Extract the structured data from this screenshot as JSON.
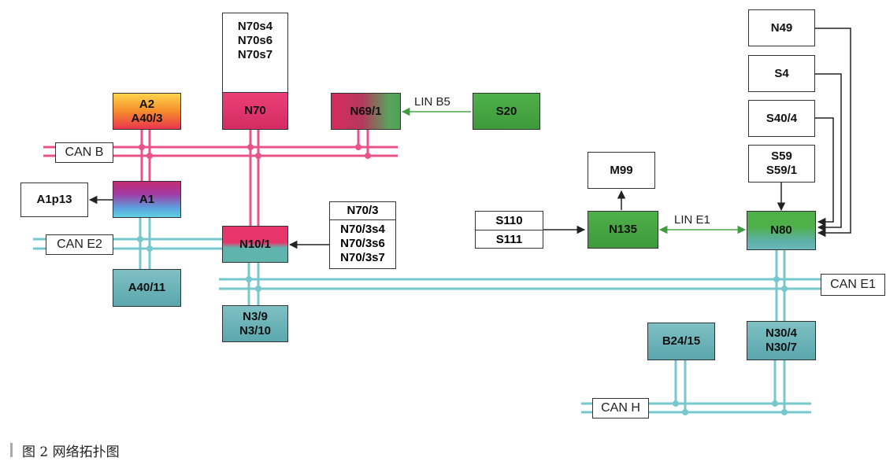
{
  "buses": {
    "can_b": "CAN B",
    "can_e2": "CAN E2",
    "can_e1": "CAN E1",
    "can_h": "CAN H",
    "lin_b5": "LIN B5",
    "lin_e1": "LIN E1"
  },
  "modules": {
    "a2": [
      "A2",
      "A40/3"
    ],
    "a1": "A1",
    "a1p13": "A1p13",
    "a40_11": "A40/11",
    "n70_switches": [
      "N70s4",
      "N70s6",
      "N70s7"
    ],
    "n70": "N70",
    "n69_1": "N69/1",
    "s20": "S20",
    "n10_1": "N10/1",
    "n70_3_group": [
      "N70/3",
      "N70/3s4",
      "N70/3s6",
      "N70/3s7"
    ],
    "n3": [
      "N3/9",
      "N3/10"
    ],
    "m99": "M99",
    "s110": "S110",
    "s111": "S111",
    "n135": "N135",
    "n80": "N80",
    "n49": "N49",
    "s4": "S4",
    "s40_4": "S40/4",
    "s59": [
      "S59",
      "S59/1"
    ],
    "b24_15": "B24/15",
    "n30": [
      "N30/4",
      "N30/7"
    ]
  },
  "colors": {
    "can_b_line": "#e8538a",
    "can_teal_line": "#76c8cc",
    "lin_line": "#4aa64a",
    "arrow": "#222222"
  },
  "caption": "图 2  网络拓扑图"
}
